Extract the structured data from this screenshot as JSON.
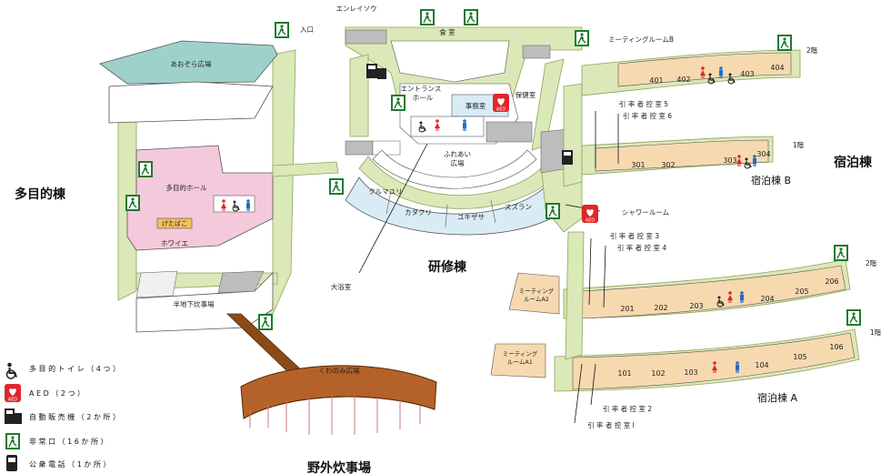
{
  "buildings": {
    "multipurpose": "多目的棟",
    "training": "研修棟",
    "lodging": "宿泊棟",
    "lodging_a": "宿泊棟 A",
    "lodging_b": "宿泊棟 B",
    "outdoor_kitchen": "野外炊事場"
  },
  "multipurpose": {
    "plaza": "あおぞら広場",
    "hall": "多目的ホール",
    "smoking": "げたばこ",
    "foyer": "ホワイエ",
    "basement_kitchen": "半地下炊事場",
    "entrance": "入口"
  },
  "training": {
    "elevator": "エンレイソウ",
    "cafeteria": "食 室",
    "entrance_hall": "エントランス\nホール",
    "entrance_hall_l1": "エントランス",
    "entrance_hall_l2": "ホール",
    "office": "事務室",
    "infirmary": "保健室",
    "fureai_l1": "ふれあい",
    "fureai_l2": "広場",
    "rooms": [
      "クルマユリ",
      "カタクリ",
      "ユキザサ",
      "スズラン"
    ],
    "bath": "大浴室",
    "shower": "シャワールーム",
    "kuwanomi": "くわのみ広場"
  },
  "lodging_b": {
    "meeting_b": "ミーティングルームB",
    "floor2": "2階",
    "floor1": "1階",
    "rooms2": [
      "401",
      "402",
      "403",
      "404"
    ],
    "rooms1": [
      "301",
      "302",
      "303",
      "304"
    ],
    "leader5": "引 率 者 控 室 5",
    "leader6": "引 率 者 控 室 6"
  },
  "lodging_a": {
    "meeting_a2": "ミーティング\nルームA2",
    "meeting_a2_l1": "ミーティング",
    "meeting_a2_l2": "ルームA2",
    "meeting_a1_l1": "ミーティング",
    "meeting_a1_l2": "ルームA1",
    "floor2": "2階",
    "floor1": "1階",
    "rooms2": [
      "201",
      "202",
      "203",
      "204",
      "205",
      "206"
    ],
    "rooms1": [
      "101",
      "102",
      "103",
      "104",
      "105",
      "106"
    ],
    "leader3": "引 率 者 控 室 3",
    "leader4": "引 率 者 控 室 4",
    "leader2": "引 率 者 控 室 2",
    "leader1": "引 率 者 控 室 I"
  },
  "legend": [
    {
      "icon": "wheelchair-icon",
      "text": "多 目 的 ト イ レ （ 4 つ ）"
    },
    {
      "icon": "aed-icon",
      "text": "A E D （ 2 つ ）"
    },
    {
      "icon": "vending-machine-icon",
      "text": "自 動 販 売 機 （ 2 か 所 ）"
    },
    {
      "icon": "emergency-exit-icon",
      "text": "非 常 口 （ 1 6 か 所 ）"
    },
    {
      "icon": "public-phone-icon",
      "text": "公 衆 電 話 （ 1 か 所 ）"
    }
  ],
  "aed_label": "AED",
  "colors": {
    "corridor": "#dbe8b8",
    "corridor_edge": "#8aa55a",
    "lodging_room": "#f7d9b0",
    "training_room": "#d9ecf5",
    "hall": "#f5c9dc",
    "plaza": "#9fd1cc",
    "outdoor_roof": "#b5622a",
    "exit_green": "#1e7a2e",
    "aed_red": "#e0262a"
  }
}
